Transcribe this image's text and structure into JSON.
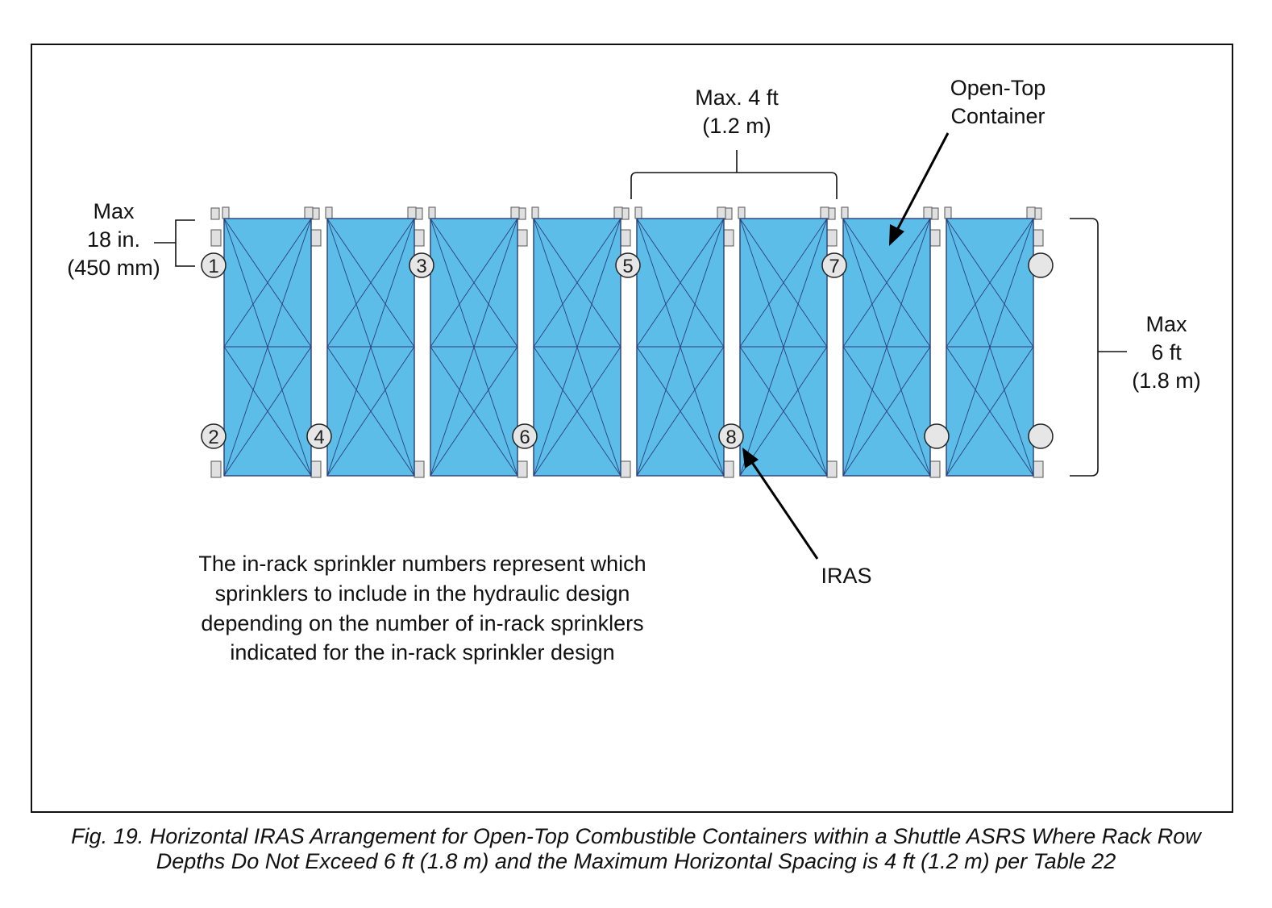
{
  "labels": {
    "max_18_line1": "Max",
    "max_18_line2": "18 in.",
    "max_18_line3": "(450 mm)",
    "max_4ft_line1": "Max. 4 ft",
    "max_4ft_line2": "(1.2 m)",
    "open_top_line1": "Open-Top",
    "open_top_line2": "Container",
    "max_6ft_line1": "Max",
    "max_6ft_line2": "6 ft",
    "max_6ft_line3": "(1.8 m)",
    "iras": "IRAS"
  },
  "note": {
    "line1": "The in-rack sprinkler numbers represent which",
    "line2": "sprinklers to include in the hydraulic design",
    "line3": "depending on the number of in-rack sprinklers",
    "line4": "indicated for the in-rack sprinkler design"
  },
  "sprinklers": {
    "s1": "1",
    "s2": "2",
    "s3": "3",
    "s4": "4",
    "s5": "5",
    "s6": "6",
    "s7": "7",
    "s8": "8"
  },
  "colors": {
    "container_fill": "#5bbde8",
    "container_stroke": "#2a3f7a",
    "sprinkler_fill": "#e6e6e6",
    "upright_fill": "#e0e0e0"
  },
  "caption": {
    "line1": "Fig. 19. Horizontal IRAS Arrangement for Open-Top Combustible Containers within a Shuttle ASRS Where Rack Row",
    "line2": "Depths Do Not Exceed 6 ft (1.8 m) and the Maximum Horizontal Spacing is 4 ft (1.2 m) per Table 22"
  }
}
